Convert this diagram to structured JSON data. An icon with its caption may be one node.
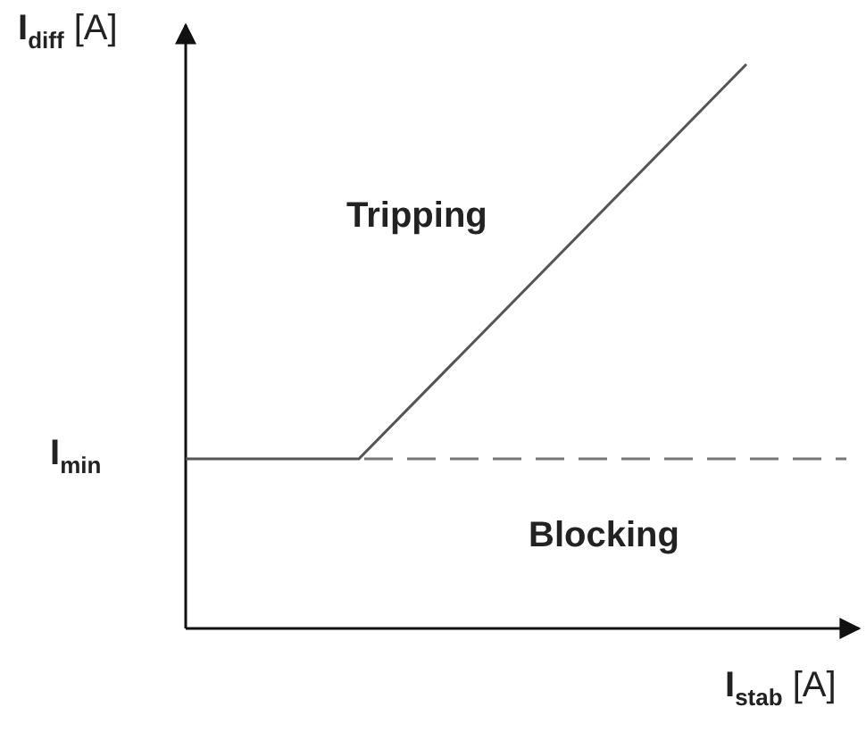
{
  "diagram": {
    "labels": [
      "**I**$_{diff}$ [A]",
      "Tripping",
      "I$_{min}$",
      "Blocking",
      "**I**$_{stab}$ [A]"
    ]
  }
}
